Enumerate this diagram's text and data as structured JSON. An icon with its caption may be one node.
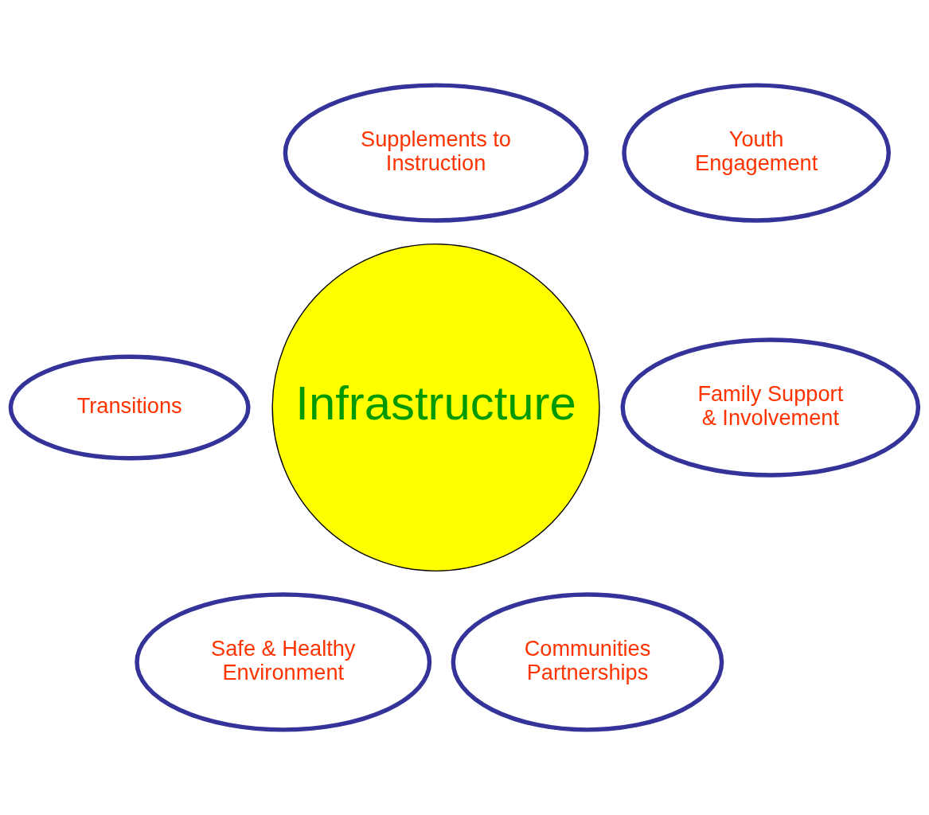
{
  "diagram": {
    "nodes": [
      {
        "text": [
          "Supplements to Instruction"
        ]
      },
      {
        "text": [
          "Youth Engagement"
        ]
      },
      {
        "text": [
          "Transitions"
        ]
      },
      {
        "text": [
          "Infrastructure"
        ]
      },
      {
        "text": [
          "Family Support & Involvement"
        ]
      },
      {
        "text": [
          "Safe & Healthy Environment"
        ]
      },
      {
        "text": [
          "Communities Partnerships"
        ]
      }
    ]
  }
}
